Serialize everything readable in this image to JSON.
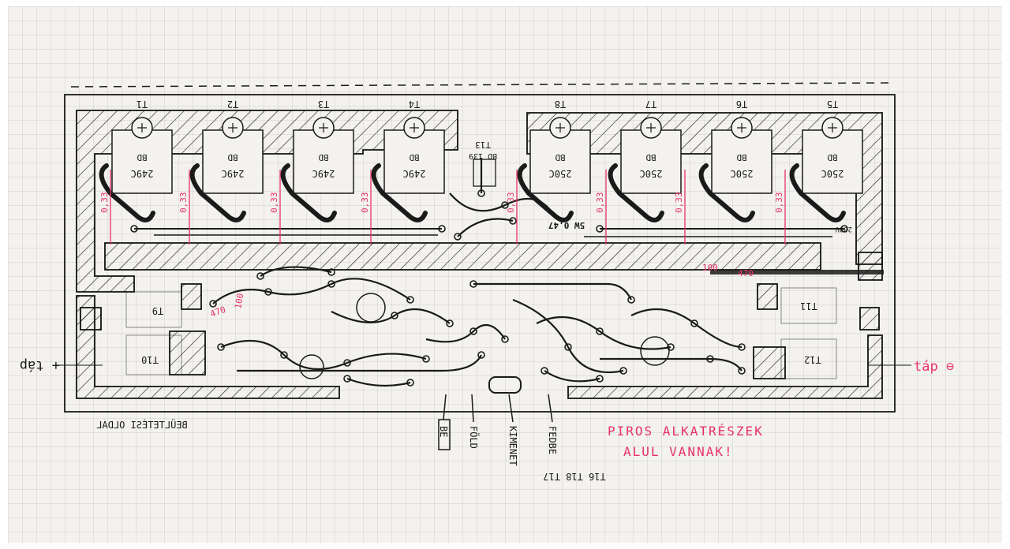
{
  "colors": {
    "ink": "#1a1a1a",
    "annotation_red": "#e8306a",
    "paper": "#f3f2ef",
    "hatch": "#222222"
  },
  "transistors_top_left": [
    {
      "tag": "T1",
      "part": "BD 249C"
    },
    {
      "tag": "T2",
      "part": "BD 249C"
    },
    {
      "tag": "T3",
      "part": "BD 249C"
    },
    {
      "tag": "T4",
      "part": "BD 249C"
    }
  ],
  "transistors_top_right": [
    {
      "tag": "T8",
      "part": "BD 250C"
    },
    {
      "tag": "T7",
      "part": "BD 250C"
    },
    {
      "tag": "T6",
      "part": "BD 250C"
    },
    {
      "tag": "T5",
      "part": "BD 250C"
    }
  ],
  "emitter_resistors": [
    "0,33",
    "0,33",
    "0,33",
    "0,33",
    "0,33",
    "0,33",
    "0,33",
    "0,33"
  ],
  "t13": {
    "tag": "T13",
    "part": "BD 139"
  },
  "power_resistor": "5W 0,47",
  "side_transistors": {
    "left_upper": "T9",
    "left_lower": "T10",
    "right_upper": "T11",
    "right_lower": "T12"
  },
  "small_values": {
    "r_470_left": "470",
    "r_100_left": "100",
    "r_100_right": "100",
    "r_470_right": "470",
    "r_200v": "200V"
  },
  "left_terminal": "+ táp",
  "right_terminal": "táp ⊖",
  "mirror_caption": "BEÜLTETÉSI OLDAL",
  "wire_labels": [
    "BE",
    "FÖLD",
    "KIMENET",
    "FEDBE"
  ],
  "bottom_tags": "T16 T18 T17",
  "red_note": {
    "line1": "PIROS ALKATRÉSZEK",
    "line2": "ALUL VANNAK!"
  }
}
